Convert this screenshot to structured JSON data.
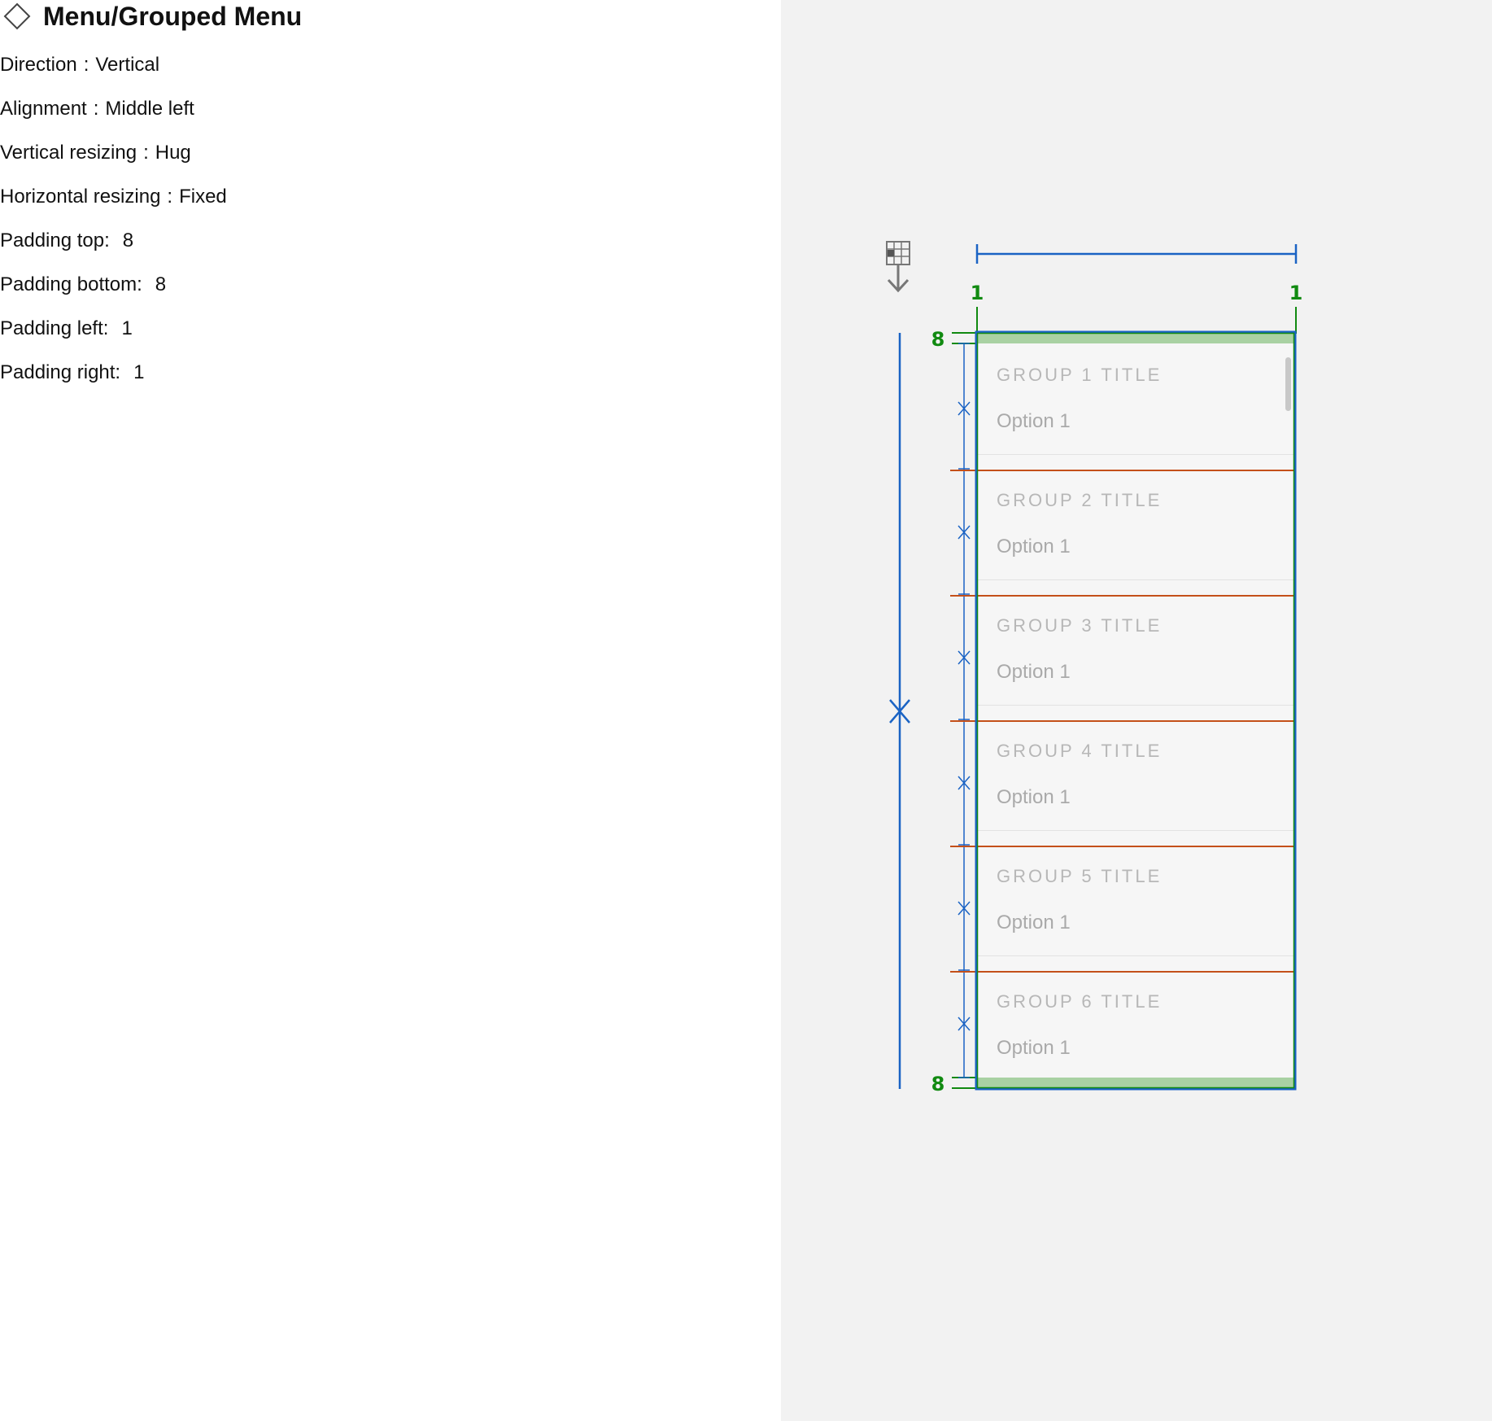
{
  "component": {
    "title": "Menu/Grouped Menu",
    "icon": "component-diamond-icon"
  },
  "properties": [
    {
      "label": "Direction",
      "sep": ":",
      "value": "Vertical"
    },
    {
      "label": "Alignment",
      "sep": ":",
      "value": "Middle left"
    },
    {
      "label": "Vertical resizing",
      "sep": ":",
      "value": "Hug"
    },
    {
      "label": "Horizontal resizing",
      "sep": ":",
      "value": "Fixed"
    },
    {
      "label": "Padding top:",
      "sep": "",
      "value": "8"
    },
    {
      "label": "Padding bottom:",
      "sep": "",
      "value": "8"
    },
    {
      "label": "Padding left:",
      "sep": "",
      "value": "1"
    },
    {
      "label": "Padding right:",
      "sep": "",
      "value": "1"
    }
  ],
  "spec": {
    "padding_top_label": "8",
    "padding_bottom_label": "8",
    "padding_left_label": "1",
    "padding_right_label": "1",
    "layout_icon": "vertical-auto-layout-icon"
  },
  "menu": {
    "groups": [
      {
        "title": "GROUP 1 TITLE",
        "option": "Option 1"
      },
      {
        "title": "GROUP 2 TITLE",
        "option": "Option 1"
      },
      {
        "title": "GROUP 3 TITLE",
        "option": "Option 1"
      },
      {
        "title": "GROUP 4 TITLE",
        "option": "Option 1"
      },
      {
        "title": "GROUP 5 TITLE",
        "option": "Option 1"
      },
      {
        "title": "GROUP 6 TITLE",
        "option": "Option 1"
      }
    ]
  },
  "colors": {
    "measure_blue": "#1a63c4",
    "padding_green": "#118a11",
    "padding_fill": "#a9d1a3",
    "gap_orange": "#c4501a",
    "canvas_bg": "#f2f2f2"
  }
}
